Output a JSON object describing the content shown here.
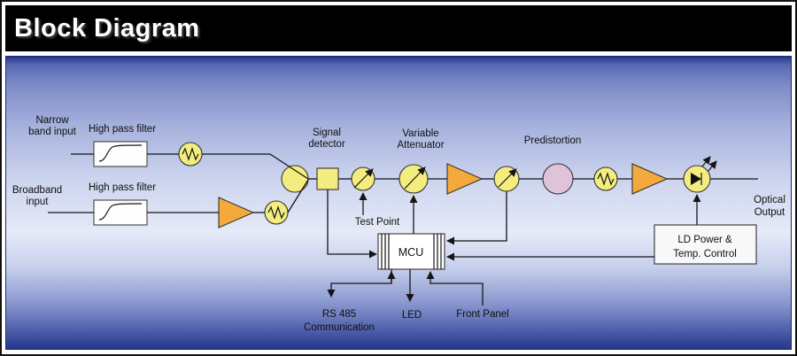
{
  "header": {
    "title": "Block Diagram"
  },
  "diagram": {
    "labels": {
      "narrow_band_1": "Narrow",
      "narrow_band_2": "band input",
      "high_pass_filter": "High pass filter",
      "broadband_1": "Broadband",
      "broadband_2": "input",
      "signal_detector_1": "Signal",
      "signal_detector_2": "detector",
      "test_point": "Test Point",
      "variable_attenuator_1": "Variable",
      "variable_attenuator_2": "Attenuator",
      "predistortion": "Predistortion",
      "mcu": "MCU",
      "ld_power_1": "LD Power &",
      "ld_power_2": "Temp. Control",
      "rs485_1": "RS 485",
      "rs485_2": "Communication",
      "led": "LED",
      "front_panel": "Front Panel",
      "optical_output_1": "Optical",
      "optical_output_2": "Output"
    },
    "colors": {
      "component_yellow": "#f3ec7e",
      "amplifier_orange": "#f4a93c",
      "predistortion_pink": "#dfc3d9",
      "filter_box_white": "#fdfdfd",
      "mcu_box_white": "#ffffff",
      "ld_box_white": "#f8f8f8",
      "wire_black": "#151515",
      "header_black": "#000000",
      "panel_blue_light": "#e6eaf8",
      "panel_blue_dark": "#26368c"
    }
  }
}
